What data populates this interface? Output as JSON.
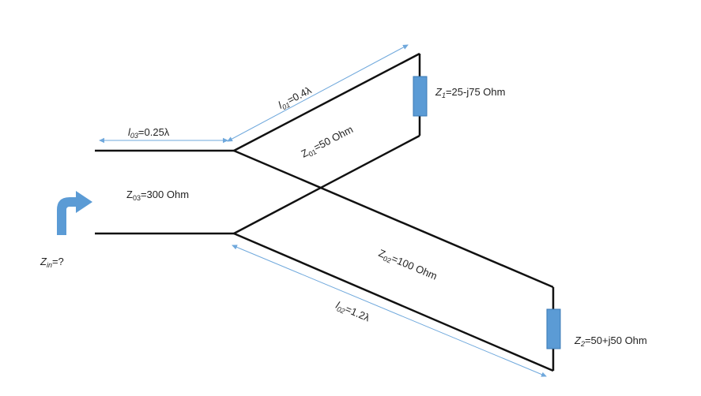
{
  "diagram": {
    "l01": {
      "main": "l",
      "sub": "01",
      "rest": "=0.4λ"
    },
    "l02": {
      "main": "l",
      "sub": "02",
      "rest": "=1.2λ"
    },
    "l03": {
      "main": "l",
      "sub": "03",
      "rest": "=0.25λ"
    },
    "z01": {
      "main": "Z",
      "sub": "01",
      "rest": "=50 Ohm"
    },
    "z02": {
      "main": "Z",
      "sub": "02",
      "rest": "=100 Ohm"
    },
    "z03": {
      "main": "Z",
      "sub": "03",
      "rest": "=300 Ohm"
    },
    "z1": {
      "main": "Z",
      "sub": "1",
      "rest": "=25-j75 Ohm"
    },
    "z2": {
      "main": "Z",
      "sub": "2",
      "rest": "=50+j50 Ohm"
    },
    "zin": {
      "main": "Z",
      "sub": "in",
      "rest": "=?"
    },
    "colors": {
      "line": "#111111",
      "dimension": "#6fa8dc",
      "load_fill": "#5b9bd5",
      "load_stroke": "#3a78b5",
      "arrow": "#5b9bd5"
    }
  }
}
